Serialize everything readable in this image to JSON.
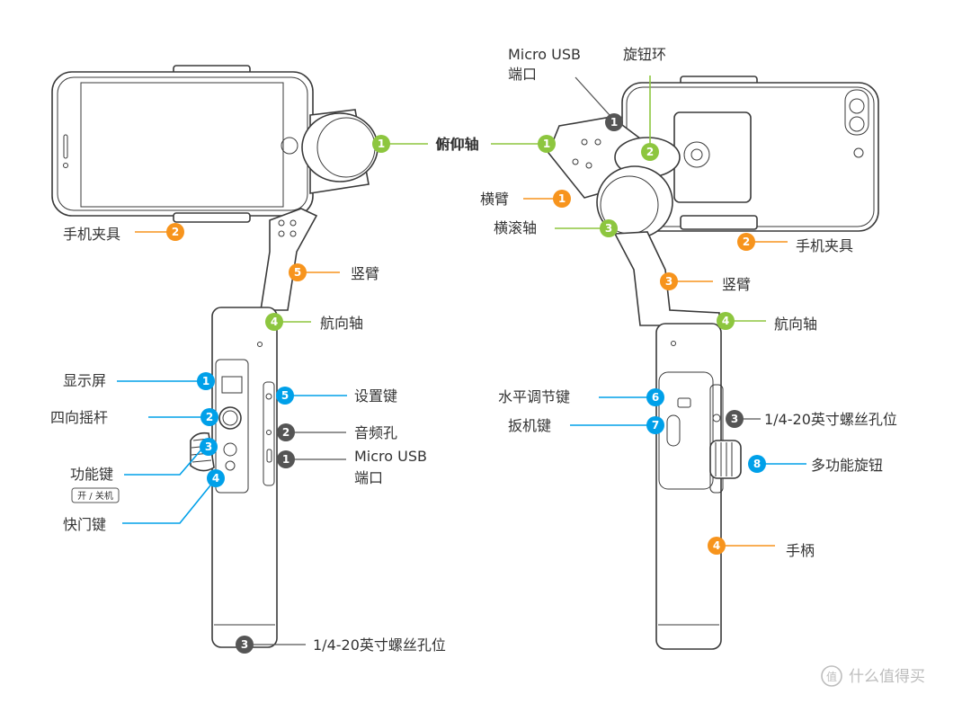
{
  "colors": {
    "green": "#8dc63f",
    "orange": "#f7941d",
    "blue": "#00a0e9",
    "gray": "#555555"
  },
  "left": {
    "pitch_axis": {
      "num": "1",
      "label": "俯仰轴"
    },
    "phone_clamp": {
      "num": "2",
      "label": "手机夹具"
    },
    "vertical_arm": {
      "num": "5",
      "label": "竖臂"
    },
    "pan_axis": {
      "num": "4",
      "label": "航向轴"
    },
    "display": {
      "num": "1",
      "label": "显示屏"
    },
    "joystick": {
      "num": "2",
      "label": "四向摇杆"
    },
    "function_key": {
      "num": "3",
      "label": "功能键",
      "sub": "开 / 关机"
    },
    "shutter_key": {
      "num": "4",
      "label": "快门键"
    },
    "settings_key": {
      "num": "5",
      "label": "设置键"
    },
    "audio_jack": {
      "num": "2",
      "label": "音频孔"
    },
    "micro_usb": {
      "num": "1",
      "label1": "Micro USB",
      "label2": "端口"
    },
    "screw_hole": {
      "num": "3",
      "label": "1/4-20英寸螺丝孔位"
    }
  },
  "right": {
    "micro_usb": {
      "num": "1",
      "label1": "Micro USB",
      "label2": "端口"
    },
    "knob_ring": {
      "num": "2",
      "label": "旋钮环"
    },
    "pitch_axis": {
      "num": "1",
      "label": "俯仰轴"
    },
    "cross_arm": {
      "num": "1",
      "label": "横臂"
    },
    "roll_axis": {
      "num": "3",
      "label": "横滚轴"
    },
    "phone_clamp": {
      "num": "2",
      "label": "手机夹具"
    },
    "vertical_arm": {
      "num": "3",
      "label": "竖臂"
    },
    "pan_axis": {
      "num": "4",
      "label": "航向轴"
    },
    "level_key": {
      "num": "6",
      "label": "水平调节键"
    },
    "trigger_key": {
      "num": "7",
      "label": "扳机键"
    },
    "screw_hole": {
      "num": "3",
      "label": "1/4-20英寸螺丝孔位"
    },
    "multi_knob": {
      "num": "8",
      "label": "多功能旋钮"
    },
    "handle": {
      "num": "4",
      "label": "手柄"
    }
  },
  "watermark": {
    "icon": "value-icon",
    "text": "什么值得买"
  }
}
